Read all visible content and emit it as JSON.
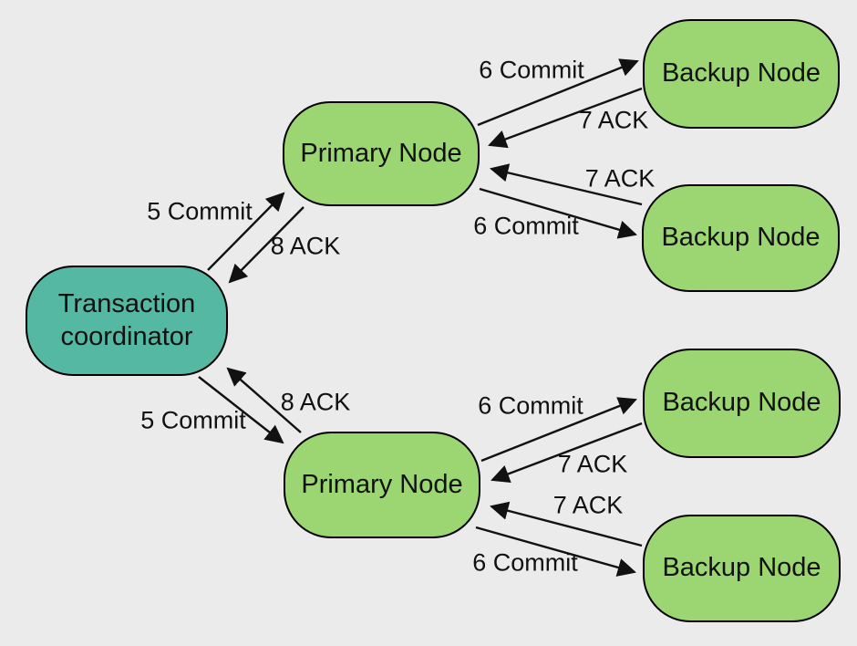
{
  "diagram": {
    "type": "two-phase-commit-message-flow",
    "background_color": "#EBEBEB",
    "colors": {
      "coordinator_fill": "#55B8A2",
      "node_fill": "#9CD672",
      "border": "#000000",
      "arrow": "#111111",
      "text": "#111111"
    },
    "nodes": [
      {
        "id": "coordinator",
        "label": "Transaction coordinator"
      },
      {
        "id": "primary-1",
        "label": "Primary Node"
      },
      {
        "id": "primary-2",
        "label": "Primary Node"
      },
      {
        "id": "backup-1",
        "label": "Backup Node"
      },
      {
        "id": "backup-2",
        "label": "Backup Node"
      },
      {
        "id": "backup-3",
        "label": "Backup Node"
      },
      {
        "id": "backup-4",
        "label": "Backup Node"
      }
    ],
    "edges": [
      {
        "label": "5 Commit",
        "from": "coordinator",
        "to": "primary-1"
      },
      {
        "label": "8 ACK",
        "from": "primary-1",
        "to": "coordinator"
      },
      {
        "label": "5 Commit",
        "from": "coordinator",
        "to": "primary-2"
      },
      {
        "label": "8 ACK",
        "from": "primary-2",
        "to": "coordinator"
      },
      {
        "label": "6 Commit",
        "from": "primary-1",
        "to": "backup-1"
      },
      {
        "label": "7 ACK",
        "from": "backup-1",
        "to": "primary-1"
      },
      {
        "label": "7 ACK",
        "from": "backup-2",
        "to": "primary-1"
      },
      {
        "label": "6 Commit",
        "from": "primary-1",
        "to": "backup-2"
      },
      {
        "label": "6 Commit",
        "from": "primary-2",
        "to": "backup-3"
      },
      {
        "label": "7 ACK",
        "from": "backup-3",
        "to": "primary-2"
      },
      {
        "label": "7 ACK",
        "from": "backup-4",
        "to": "primary-2"
      },
      {
        "label": "6 Commit",
        "from": "primary-2",
        "to": "backup-4"
      }
    ]
  }
}
